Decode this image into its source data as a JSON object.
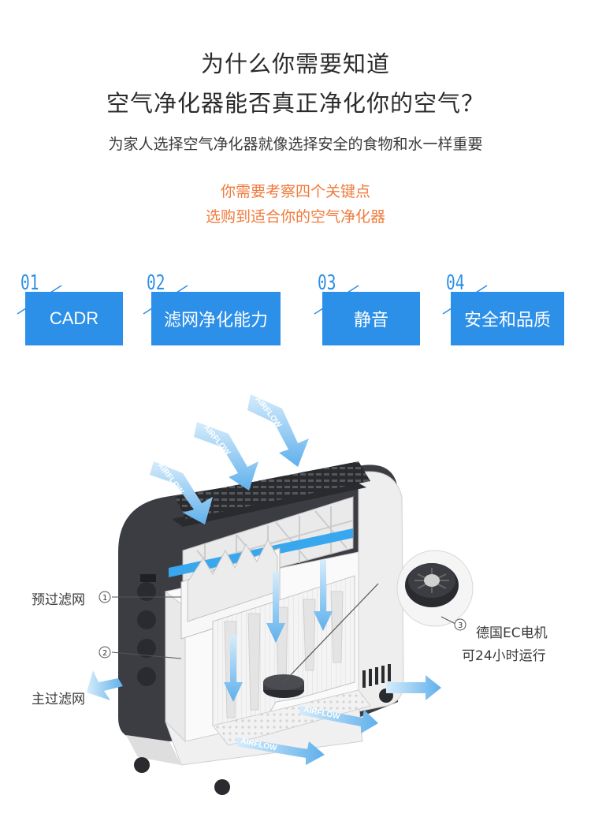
{
  "header": {
    "title_line1": "为什么你需要知道",
    "title_line2": "空气净化器能否真正净化你的空气？",
    "subtitle": "为家人选择空气净化器就像选择安全的食物和水一样重要",
    "highlight_line1": "你需要考察四个关键点",
    "highlight_line2": "选购到适合你的空气净化器"
  },
  "key_points": [
    {
      "number": "01",
      "label": "CADR"
    },
    {
      "number": "02",
      "label": "滤网净化能力"
    },
    {
      "number": "03",
      "label": "静音"
    },
    {
      "number": "04",
      "label": "安全和品质"
    }
  ],
  "diagram": {
    "airflow_label": "AIRFLOW",
    "callouts": {
      "pre_filter": {
        "marker": "1",
        "label": "预过滤网"
      },
      "main_filter": {
        "marker": "2",
        "label": "主过滤网"
      },
      "motor": {
        "marker": "3",
        "label_line1": "德国EC电机",
        "label_line2": "可24小时运行"
      }
    }
  },
  "colors": {
    "accent_blue": "#2c8fe8",
    "highlight_orange": "#f07a3c",
    "airflow_blue": "#7fbfee",
    "body_dark": "#3b3d42"
  }
}
